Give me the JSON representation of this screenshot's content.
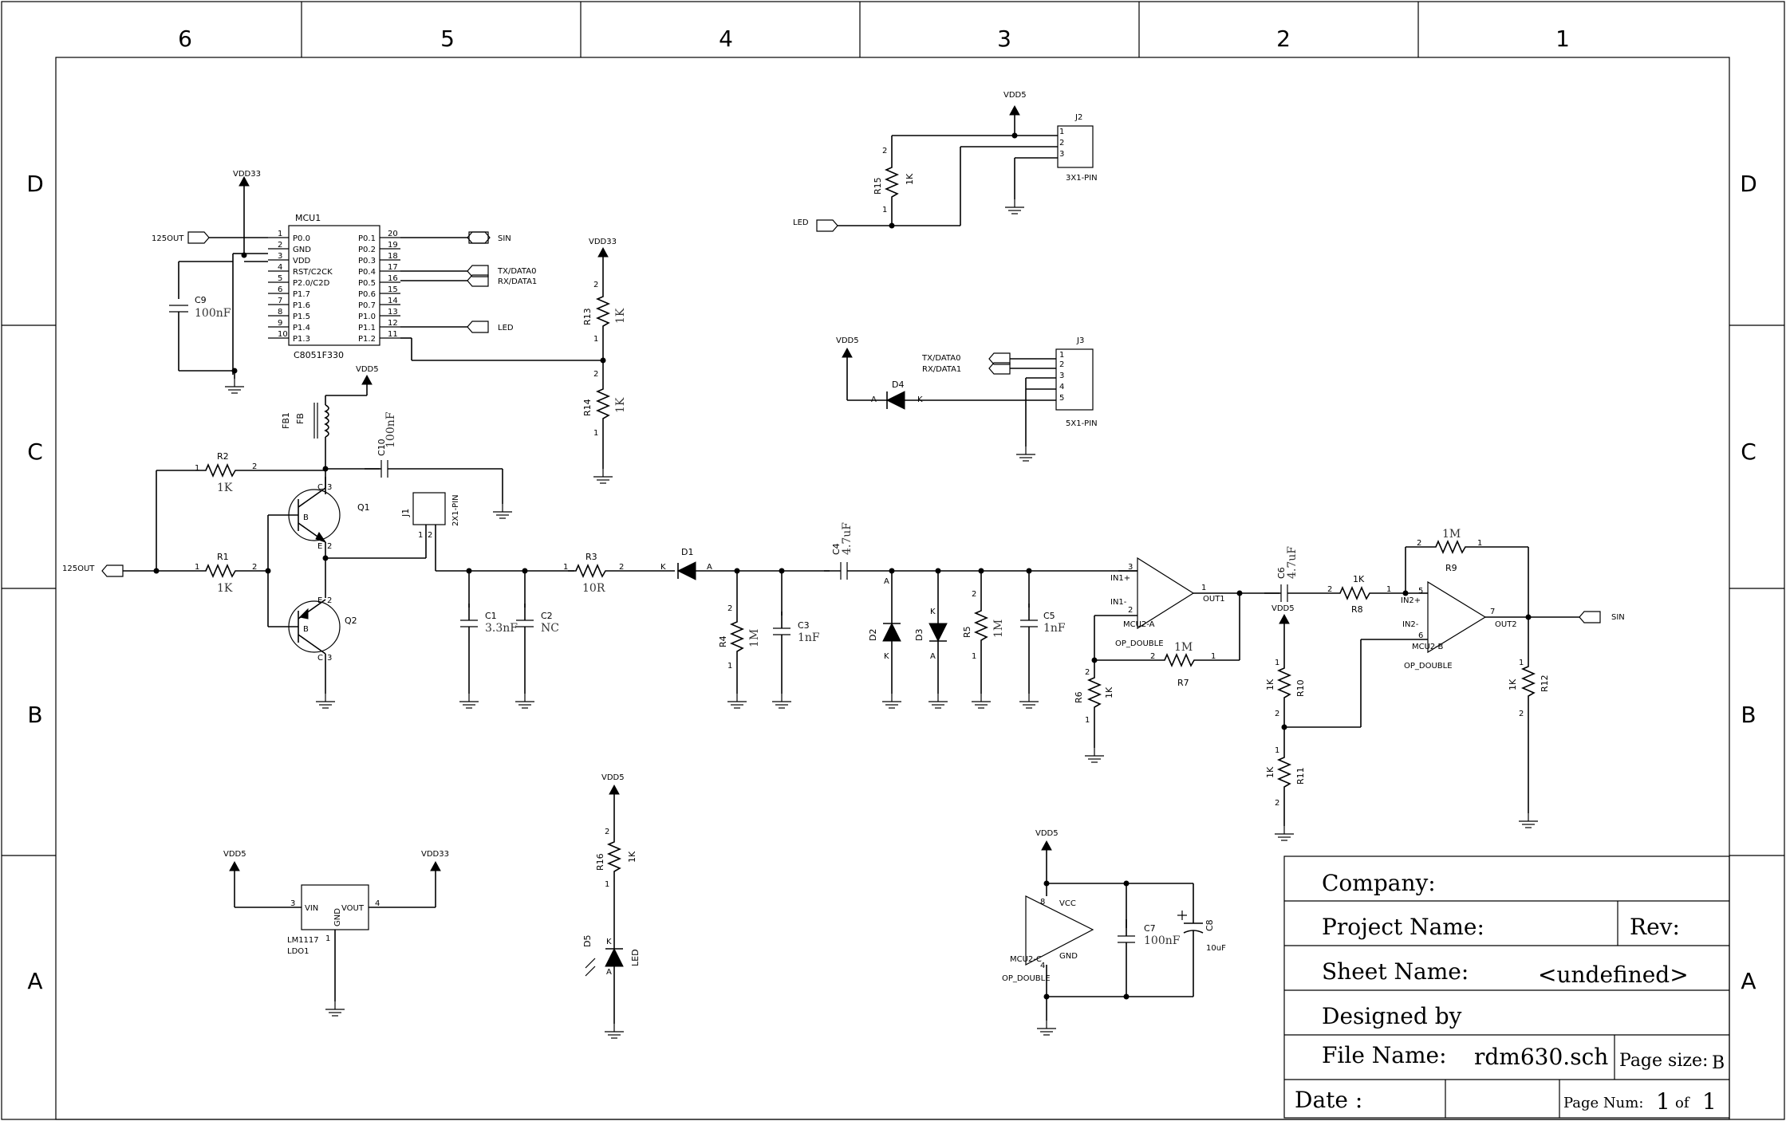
{
  "zones": {
    "columns": [
      "6",
      "5",
      "4",
      "3",
      "2",
      "1"
    ],
    "rows": [
      "D",
      "C",
      "B",
      "A"
    ]
  },
  "title_block": {
    "company_label": "Company:",
    "project_label": "Project Name:",
    "rev_label": "Rev:",
    "sheet_label": "Sheet Name:",
    "sheet_value": "<undefined>",
    "designed_label": "Designed by",
    "file_label": "File Name:",
    "file_value": "rdm630.sch",
    "page_size_label": "Page size:",
    "page_size_value": "B",
    "date_label": "Date :",
    "page_num_label": "Page Num:",
    "page_num": "1",
    "of_label": "of",
    "page_total": "1"
  },
  "mcu": {
    "ref": "MCU1",
    "part": "C8051F330",
    "left_pins": [
      {
        "num": "1",
        "name": "P0.0"
      },
      {
        "num": "2",
        "name": "GND"
      },
      {
        "num": "3",
        "name": "VDD"
      },
      {
        "num": "4",
        "name": "RST/C2CK"
      },
      {
        "num": "5",
        "name": "P2.0/C2D"
      },
      {
        "num": "6",
        "name": "P1.7"
      },
      {
        "num": "7",
        "name": "P1.6"
      },
      {
        "num": "8",
        "name": "P1.5"
      },
      {
        "num": "9",
        "name": "P1.4"
      },
      {
        "num": "10",
        "name": "P1.3"
      }
    ],
    "right_pins": [
      {
        "num": "20",
        "name": "P0.1"
      },
      {
        "num": "19",
        "name": "P0.2"
      },
      {
        "num": "18",
        "name": "P0.3"
      },
      {
        "num": "17",
        "name": "P0.4"
      },
      {
        "num": "16",
        "name": "P0.5"
      },
      {
        "num": "15",
        "name": "P0.6"
      },
      {
        "num": "14",
        "name": "P0.7"
      },
      {
        "num": "13",
        "name": "P1.0"
      },
      {
        "num": "12",
        "name": "P1.1"
      },
      {
        "num": "11",
        "name": "P1.2"
      }
    ]
  },
  "nets": {
    "vdd33": "VDD33",
    "vdd5": "VDD5",
    "out125": "125OUT",
    "sin": "SIN",
    "txdata0": "TX/DATA0",
    "rxdata1": "RX/DATA1",
    "led": "LED"
  },
  "parts": {
    "c9": {
      "ref": "C9",
      "value": "100nF"
    },
    "c10": {
      "ref": "C10",
      "value": "100nF"
    },
    "fb1": {
      "ref": "FB1",
      "value": "FB"
    },
    "r1": {
      "ref": "R1",
      "value": "1K"
    },
    "r2": {
      "ref": "R2",
      "value": "1K"
    },
    "q1": {
      "ref": "Q1"
    },
    "q2": {
      "ref": "Q2"
    },
    "j1": {
      "ref": "J1",
      "value": "2X1-PIN"
    },
    "j2": {
      "ref": "J2",
      "value": "3X1-PIN"
    },
    "j3": {
      "ref": "J3",
      "value": "5X1-PIN"
    },
    "r3": {
      "ref": "R3",
      "value": "10R"
    },
    "r4": {
      "ref": "R4",
      "value": "1M"
    },
    "r5": {
      "ref": "R5",
      "value": "1M"
    },
    "r6": {
      "ref": "R6",
      "value": "1K"
    },
    "r7": {
      "ref": "R7",
      "value": "1M"
    },
    "r8": {
      "ref": "R8",
      "value": "1K"
    },
    "r9": {
      "ref": "R9",
      "value": "1M"
    },
    "r10": {
      "ref": "R10",
      "value": "1K"
    },
    "r11": {
      "ref": "R11",
      "value": "1K"
    },
    "r12": {
      "ref": "R12",
      "value": "1K"
    },
    "r13": {
      "ref": "R13",
      "value": "1K"
    },
    "r14": {
      "ref": "R14",
      "value": "1K"
    },
    "r15": {
      "ref": "R15",
      "value": "1K"
    },
    "r16": {
      "ref": "R16",
      "value": "1K"
    },
    "c1": {
      "ref": "C1",
      "value": "3.3nF"
    },
    "c2": {
      "ref": "C2",
      "value": "NC"
    },
    "c3": {
      "ref": "C3",
      "value": "1nF"
    },
    "c4": {
      "ref": "C4",
      "value": "4.7uF"
    },
    "c5": {
      "ref": "C5",
      "value": "1nF"
    },
    "c6": {
      "ref": "C6",
      "value": "4.7uF"
    },
    "c7": {
      "ref": "C7",
      "value": "100nF"
    },
    "c8": {
      "ref": "C8",
      "value": "10uF"
    },
    "d1": {
      "ref": "D1"
    },
    "d2": {
      "ref": "D2"
    },
    "d3": {
      "ref": "D3"
    },
    "d4": {
      "ref": "D4"
    },
    "d5": {
      "ref": "D5",
      "value": "LED"
    },
    "op_a": {
      "ref": "MCU2-A",
      "value": "OP_DOUBLE",
      "in_plus": "IN1+",
      "in_minus": "IN1-",
      "out": "OUT1"
    },
    "op_b": {
      "ref": "MCU2-B",
      "value": "OP_DOUBLE",
      "in_plus": "IN2+",
      "in_minus": "IN2-",
      "out": "OUT2"
    },
    "op_c": {
      "ref": "MCU2-C",
      "value": "OP_DOUBLE",
      "vcc": "VCC",
      "gnd": "GND"
    },
    "ldo": {
      "ref": "LDO1",
      "part": "LM1117",
      "vin": "VIN",
      "vout": "VOUT",
      "gnd": "GND"
    }
  },
  "pins": {
    "p1": "1",
    "p2": "2",
    "p3": "3",
    "p4": "4",
    "p5": "5",
    "p6": "6",
    "p7": "7",
    "p8": "8",
    "a": "A",
    "k": "K",
    "b": "B",
    "c": "C",
    "e": "E"
  }
}
